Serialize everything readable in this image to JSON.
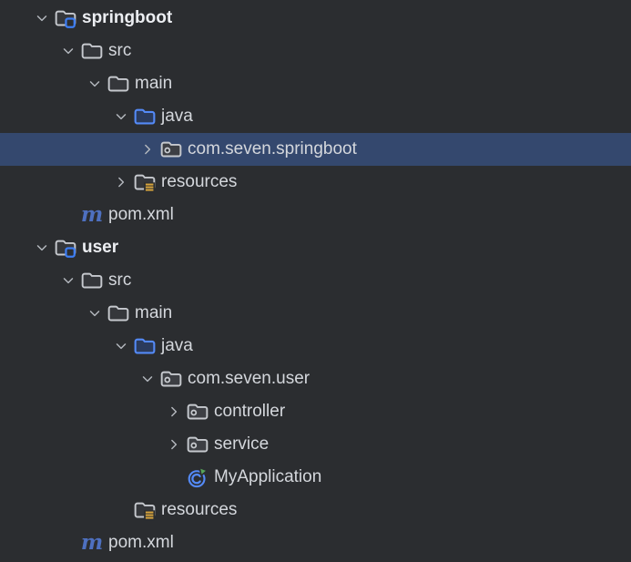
{
  "window": {
    "title": "project-explorer-tree",
    "description": "IDE project tree panel (dark theme)"
  },
  "colors": {
    "background": "#2b2d30",
    "selection": "#34486e",
    "text": "#d4d7dc",
    "text_bold": "#eceef2",
    "chevron": "#b4b8be",
    "folder_outline": "#c6c9ce",
    "folder_fill": "#35373b",
    "package_fill": "#3d3f44",
    "source_root_blue": "#548af7",
    "source_root_fill": "#2b3b5c",
    "module_badge_blue": "#3d7df2",
    "resources_yellow": "#d7a43d",
    "maven_blue": "#4e70c0",
    "run_green": "#57a559"
  },
  "tree": {
    "rows": [
      {
        "label": "springboot",
        "level": 1,
        "chevron": "down",
        "icon": "folder-module-icon",
        "bold": true,
        "selected": false
      },
      {
        "label": "src",
        "level": 2,
        "chevron": "down",
        "icon": "folder-icon",
        "bold": false,
        "selected": false
      },
      {
        "label": "main",
        "level": 3,
        "chevron": "down",
        "icon": "folder-icon",
        "bold": false,
        "selected": false
      },
      {
        "label": "java",
        "level": 4,
        "chevron": "down",
        "icon": "folder-source-icon",
        "bold": false,
        "selected": false
      },
      {
        "label": "com.seven.springboot",
        "level": 5,
        "chevron": "right",
        "icon": "package-icon",
        "bold": false,
        "selected": true
      },
      {
        "label": "resources",
        "level": 4,
        "chevron": "right",
        "icon": "folder-resources-icon",
        "bold": false,
        "selected": false
      },
      {
        "label": "pom.xml",
        "level": 2,
        "chevron": null,
        "icon": "maven-icon",
        "bold": false,
        "selected": false
      },
      {
        "label": "user",
        "level": 1,
        "chevron": "down",
        "icon": "folder-module-icon",
        "bold": true,
        "selected": false
      },
      {
        "label": "src",
        "level": 2,
        "chevron": "down",
        "icon": "folder-icon",
        "bold": false,
        "selected": false
      },
      {
        "label": "main",
        "level": 3,
        "chevron": "down",
        "icon": "folder-icon",
        "bold": false,
        "selected": false
      },
      {
        "label": "java",
        "level": 4,
        "chevron": "down",
        "icon": "folder-source-icon",
        "bold": false,
        "selected": false
      },
      {
        "label": "com.seven.user",
        "level": 5,
        "chevron": "down",
        "icon": "package-icon",
        "bold": false,
        "selected": false
      },
      {
        "label": "controller",
        "level": 6,
        "chevron": "right",
        "icon": "package-icon",
        "bold": false,
        "selected": false
      },
      {
        "label": "service",
        "level": 6,
        "chevron": "right",
        "icon": "package-icon",
        "bold": false,
        "selected": false
      },
      {
        "label": "MyApplication",
        "level": 6,
        "chevron": null,
        "icon": "class-run-icon",
        "bold": false,
        "selected": false
      },
      {
        "label": "resources",
        "level": 4,
        "chevron": null,
        "icon": "folder-resources-icon",
        "bold": false,
        "selected": false
      },
      {
        "label": "pom.xml",
        "level": 2,
        "chevron": null,
        "icon": "maven-icon",
        "bold": false,
        "selected": false
      }
    ]
  }
}
